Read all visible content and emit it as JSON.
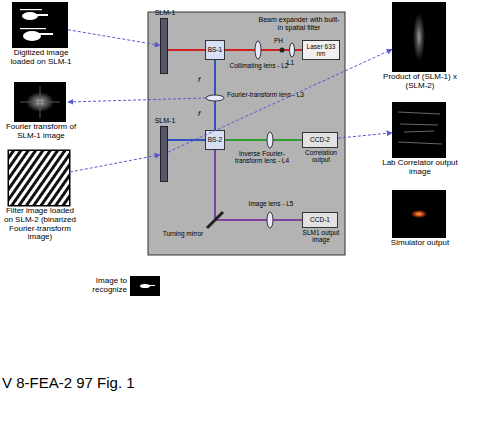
{
  "diagram": {
    "caption": "V 8-FEA-2 97 Fig. 1",
    "nodes": [
      {
        "text": [
          "Digitized image loaded on SLM-1"
        ]
      },
      {
        "text": [
          "Fourier transform of SLM-1 image"
        ]
      },
      {
        "text": [
          "Filter image loaded on SLM-2 (binarized Fourier-transform image)"
        ]
      },
      {
        "text": [
          "Image to recognize"
        ]
      },
      {
        "text": [
          "SLM-1"
        ]
      },
      {
        "text": [
          "SLM-1"
        ]
      },
      {
        "text": [
          "BS-1"
        ]
      },
      {
        "text": [
          "BS-2"
        ]
      },
      {
        "text": [
          "Laser 633 nm"
        ]
      },
      {
        "text": [
          "CCD-2",
          "Correlation output"
        ]
      },
      {
        "text": [
          "CCD-1",
          "SLM1 output image"
        ]
      },
      {
        "text": [
          "Product of (SLM-1) x (SLM-2)"
        ]
      },
      {
        "text": [
          "Lab Correlator output image"
        ]
      },
      {
        "text": [
          "Simulator output"
        ]
      }
    ],
    "edges": [
      {
        "from": 0,
        "to": 4,
        "arrow": "to"
      },
      {
        "from": 2,
        "to": 5,
        "arrow": "to"
      },
      {
        "from": 5,
        "to": 11,
        "arrow": "to"
      },
      {
        "from": 9,
        "to": 12,
        "arrow": "to"
      }
    ],
    "labels": [
      "f",
      "f",
      "Beam expander with built-in spatial filter",
      "PH",
      "L1",
      "Collimating lens - L2",
      "Fourier-transform lens - L3",
      "Inverse Fourier-transform lens - L4",
      "Image lens - L5",
      "Turning mirror"
    ]
  }
}
